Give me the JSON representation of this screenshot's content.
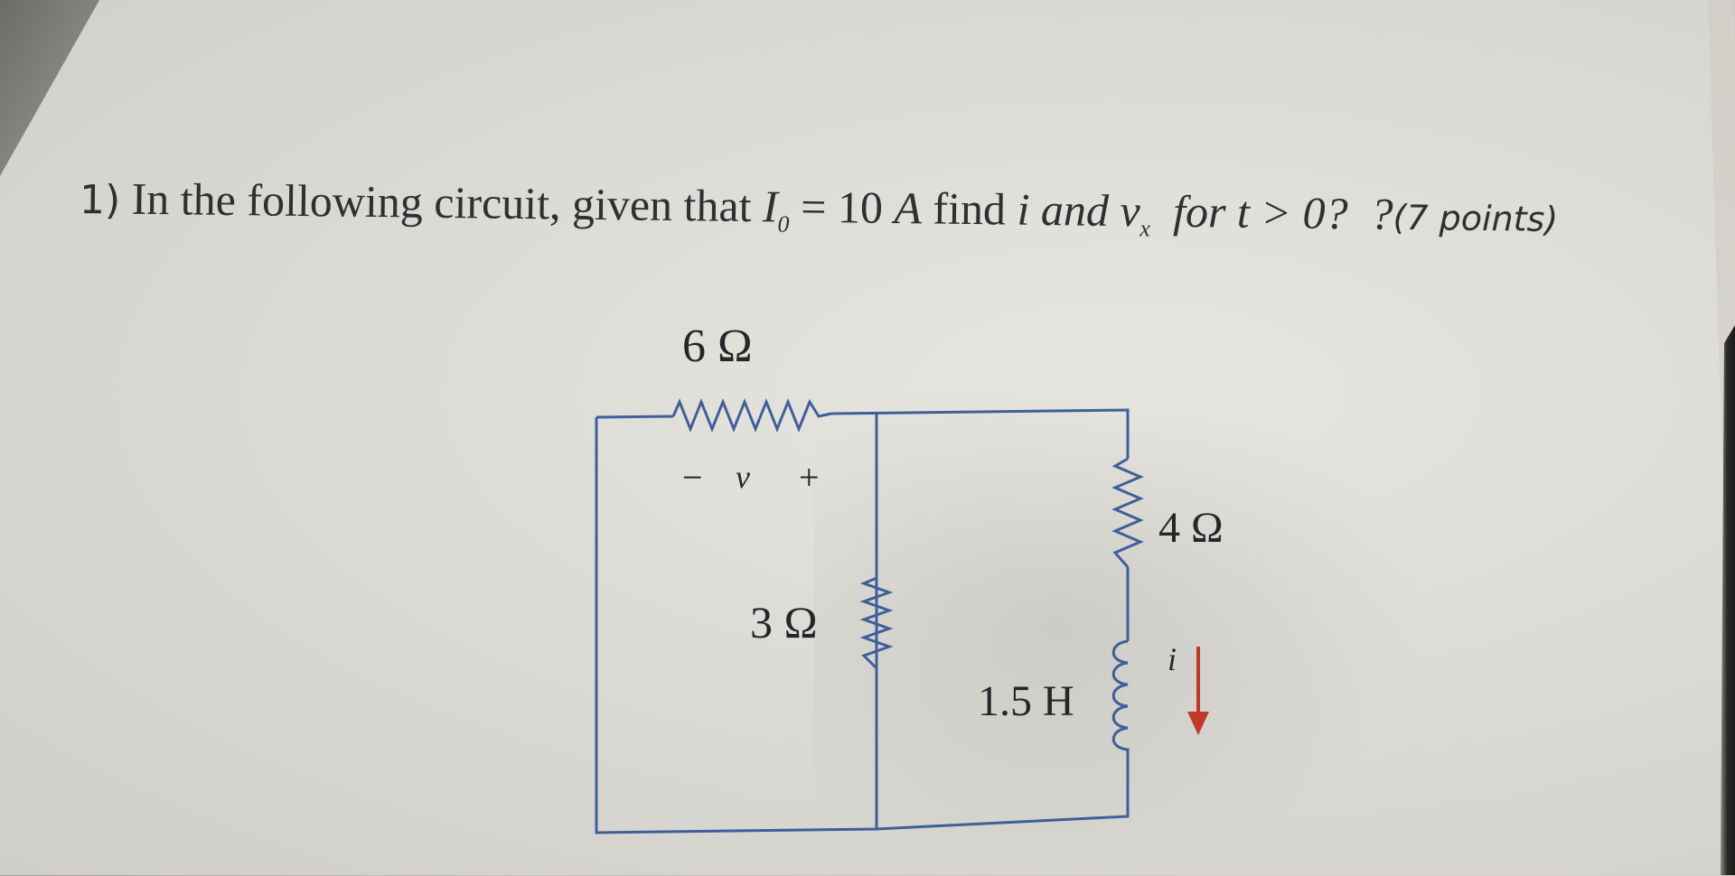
{
  "question": {
    "number": "1)",
    "text_before": "In the following circuit, given that ",
    "current_symbol": "I",
    "current_sub": "0",
    "equals_value": " = 10 ",
    "unit_A": "A",
    "find": " find ",
    "i_and_v": "i and v",
    "v_sub": "x",
    "for_t": "for t",
    "condition": " > 0? ",
    "extra_q": "?",
    "points": "(7 points)"
  },
  "circuit": {
    "r_top_label": "6 Ω",
    "polarity_minus": "−",
    "polarity_v": "v",
    "polarity_plus": "+",
    "r_mid_label": "3 Ω",
    "r_right_label": "4 Ω",
    "inductor_label": "1.5 H",
    "current_label": "i",
    "wire_color": "#3f5f9a",
    "arrow_color": "#c0392b"
  }
}
